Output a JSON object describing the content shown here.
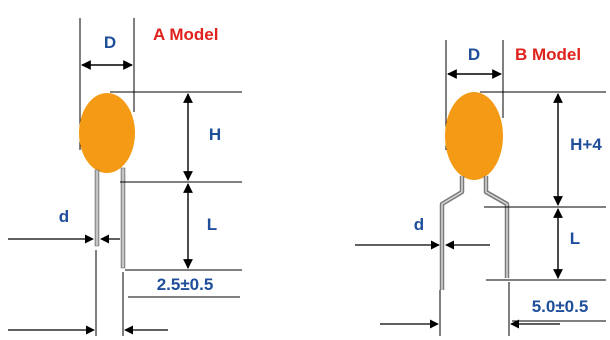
{
  "colors": {
    "body": "#f59a14",
    "label": "#1f4e9a",
    "title": "#e0221c",
    "line": "#000000",
    "lead": "#b5b5b5"
  },
  "model_a": {
    "title": "A Model",
    "dim_d_upper": "D",
    "dim_h": "H",
    "dim_l": "L",
    "dim_d_lower": "d",
    "pitch": "2.5±0.5"
  },
  "model_b": {
    "title": "B Model",
    "dim_d_upper": "D",
    "dim_h": "H+4",
    "dim_l": "L",
    "dim_d_lower": "d",
    "pitch": "5.0±0.5"
  }
}
